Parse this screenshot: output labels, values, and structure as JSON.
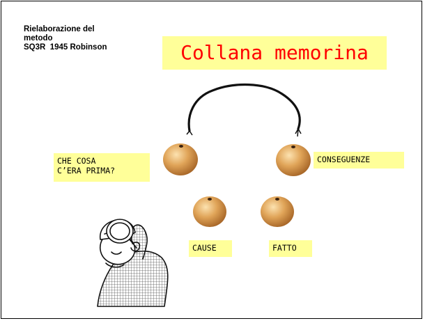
{
  "subtitle": {
    "line1": "Rielaborazione del",
    "line2": "metodo",
    "line3": "SQ3R  1945 Robinson"
  },
  "title": "Collana memorina",
  "labels": {
    "before_line1": "CHE COSA",
    "before_line2": "C’ERA PRIMA?",
    "consequences": "CONSEGUENZE",
    "causes": "CAUSE",
    "fact": "FATTO"
  },
  "icons": {
    "beads": "wooden-bead-icon",
    "string": "necklace-string-icon",
    "detective": "detective-magnifier-icon"
  },
  "colors": {
    "title_text": "#ff0000",
    "highlight": "#ffff99",
    "bead": "#d89a4a"
  }
}
